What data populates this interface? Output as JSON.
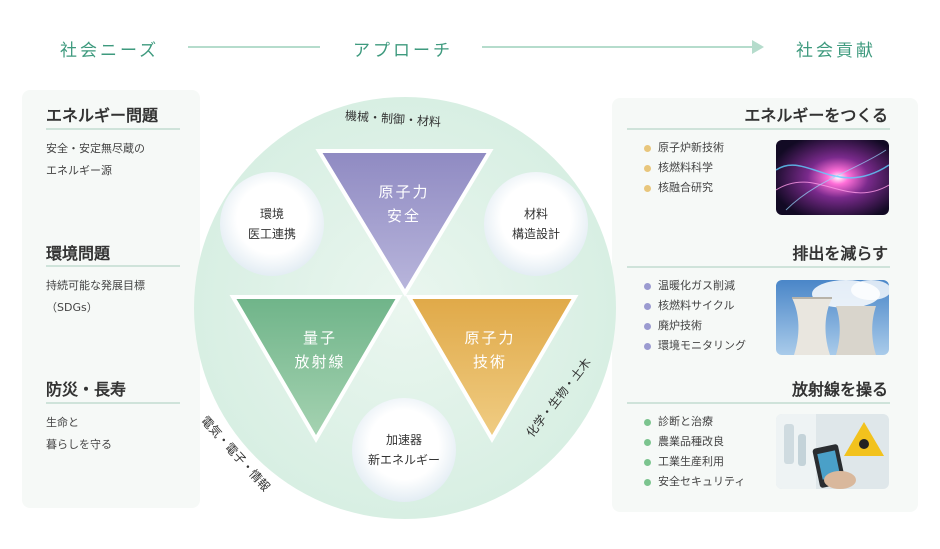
{
  "header": {
    "left": "社会ニーズ",
    "center": "アプローチ",
    "right": "社会貢献"
  },
  "needs": [
    {
      "title": "エネルギー問題",
      "desc": [
        "安全・安定無尽蔵の",
        "エネルギー源"
      ]
    },
    {
      "title": "環境問題",
      "desc": [
        "持続可能な発展目標",
        "（SDGs）"
      ]
    },
    {
      "title": "防災・長寿",
      "desc": [
        "生命と",
        "暮らしを守る"
      ]
    }
  ],
  "approach": {
    "arc_top": "機械・制御・材料",
    "arc_left": "電気・電子・情報",
    "arc_right": "化学・生物・土木",
    "triangles": [
      {
        "lines": [
          "原子力",
          "安全"
        ],
        "color": "#9f9bcc"
      },
      {
        "lines": [
          "量子",
          "放射線"
        ],
        "color": "#84bf99"
      },
      {
        "lines": [
          "原子力",
          "技術"
        ],
        "color": "#e8b964"
      }
    ],
    "circles": [
      {
        "lines": [
          "環境",
          "医工連携"
        ]
      },
      {
        "lines": [
          "材料",
          "構造設計"
        ]
      },
      {
        "lines": [
          "加速器",
          "新エネルギー"
        ]
      }
    ]
  },
  "contributions": [
    {
      "title": "エネルギーをつくる",
      "dot_color": "#e8c67c",
      "items": [
        "原子炉新技術",
        "核燃料科学",
        "核融合研究"
      ]
    },
    {
      "title": "排出を減らす",
      "dot_color": "#9b9bd0",
      "items": [
        "温暖化ガス削減",
        "核燃料サイクル",
        "廃炉技術",
        "環境モニタリング"
      ]
    },
    {
      "title": "放射線を操る",
      "dot_color": "#7cc48f",
      "items": [
        "診断と治療",
        "農業品種改良",
        "工業生産利用",
        "安全セキュリティ"
      ]
    }
  ]
}
